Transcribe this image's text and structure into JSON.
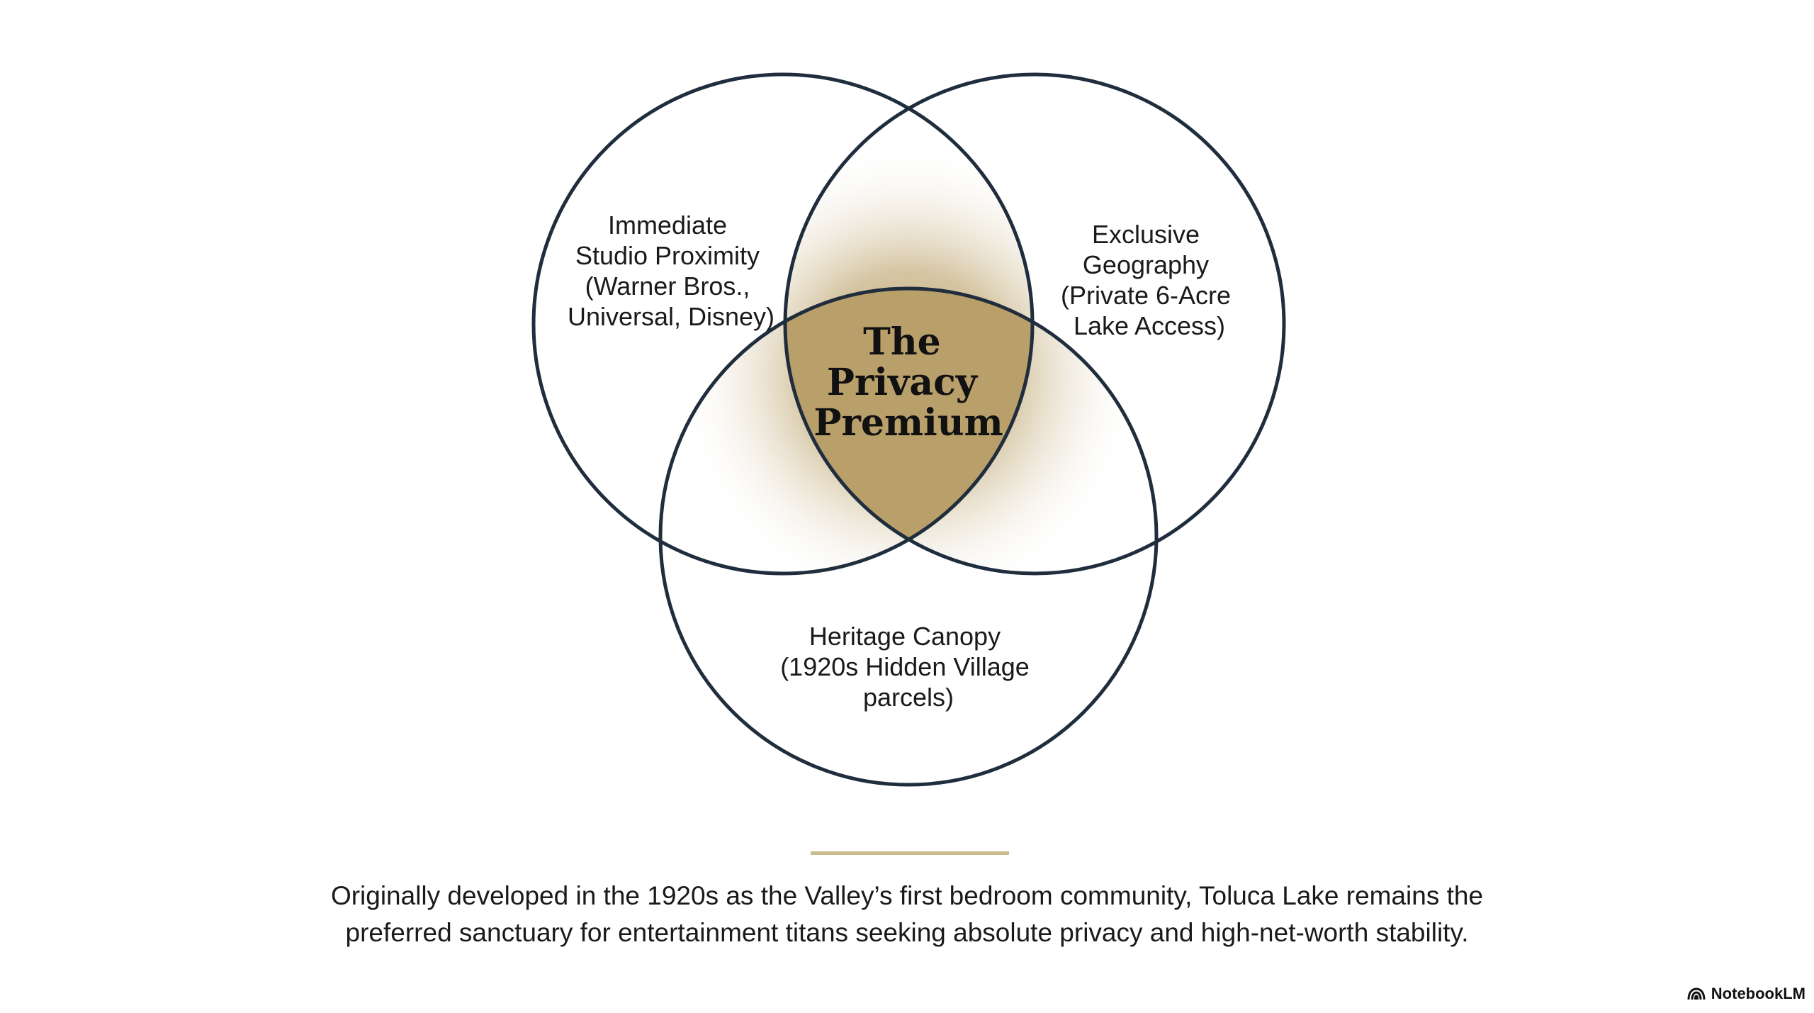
{
  "diagram": {
    "circles": [
      {
        "id": "top-left",
        "label_lines": [
          "Immediate",
          "Studio Proximity",
          "(Warner Bros.,",
          "Universal, Disney)"
        ]
      },
      {
        "id": "top-right",
        "label_lines": [
          "Exclusive",
          "Geography",
          "(Private 6-Acre",
          "Lake Access)"
        ]
      },
      {
        "id": "bottom",
        "label_lines": [
          "Heritage Canopy",
          "(1920s Hidden Village",
          "parcels)"
        ]
      }
    ],
    "center_label_lines": [
      "The",
      "Privacy",
      "Premium"
    ],
    "colors": {
      "outline": "#1f2d3d",
      "gold": "#b9a06a",
      "divider": "#c8bb8e"
    }
  },
  "caption": {
    "line1": "Originally developed in the 1920s as the Valley’s first bedroom community, Toluca Lake remains the",
    "line2": "preferred sanctuary for entertainment titans seeking absolute privacy and high-net-worth stability."
  },
  "brand": {
    "icon": "notebooklm-icon",
    "name": "NotebookLM"
  }
}
